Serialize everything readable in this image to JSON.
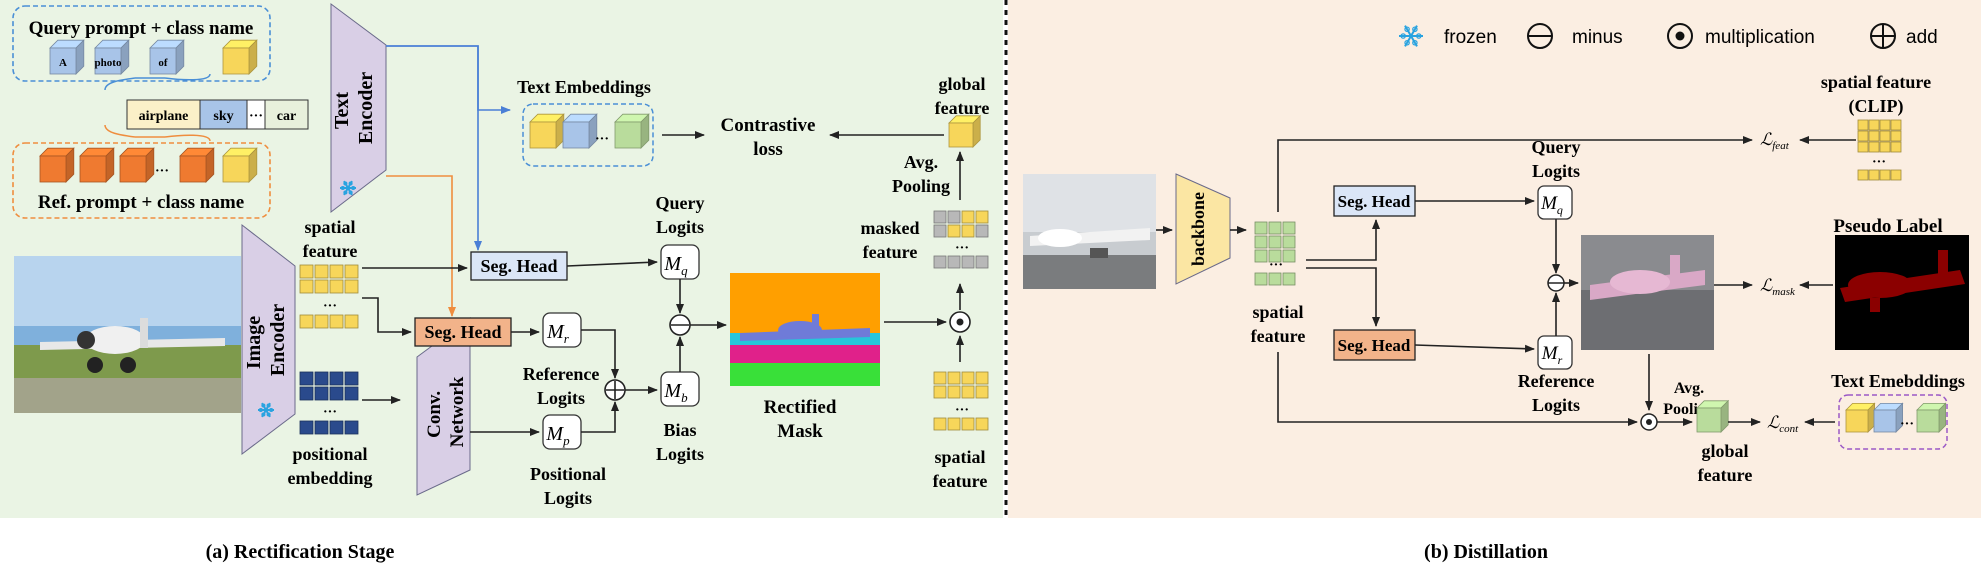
{
  "left_panel": {
    "query_prompt_title": "Query prompt + class name",
    "query_tokens": [
      "A",
      "photo",
      "of"
    ],
    "class_names": [
      "airplane",
      "sky",
      "···",
      "car"
    ],
    "ref_prompt_title": "Ref. prompt + class name",
    "text_encoder": [
      "Text",
      "Encoder"
    ],
    "image_encoder": [
      "Image",
      "Encoder"
    ],
    "text_embeddings": "Text Embeddings",
    "contrastive_loss": [
      "Contrastive",
      "loss"
    ],
    "global_feature": [
      "global",
      "feature"
    ],
    "avg_pooling": [
      "Avg.",
      "Pooling"
    ],
    "masked_feature": [
      "masked",
      "feature"
    ],
    "spatial_feature_top": [
      "spatial",
      "feature"
    ],
    "spatial_feature_bottom": [
      "spatial",
      "feature"
    ],
    "positional_embedding": [
      "positional",
      "embedding"
    ],
    "seg_head": "Seg. Head",
    "conv_network": [
      "Conv.",
      "Network"
    ],
    "query_logits": [
      "Query",
      "Logits"
    ],
    "reference_logits": [
      "Reference",
      "Logits"
    ],
    "positional_logits": [
      "Positional",
      "Logits"
    ],
    "bias_logits": [
      "Bias",
      "Logits"
    ],
    "rectified_mask": [
      "Rectified",
      "Mask"
    ],
    "m_q": "M",
    "m_q_sub": "q",
    "m_r": "M",
    "m_r_sub": "r",
    "m_p": "M",
    "m_p_sub": "p",
    "m_b": "M",
    "m_b_sub": "b",
    "caption": "(a) Rectification Stage"
  },
  "right_panel": {
    "legend": {
      "frozen": "frozen",
      "minus": "minus",
      "multiplication": "multiplication",
      "add": "add"
    },
    "backbone": "backbone",
    "spatial_feature_clip": [
      "spatial feature",
      "(CLIP)"
    ],
    "loss_feat": "ℒ",
    "loss_feat_sub": "feat",
    "loss_mask": "ℒ",
    "loss_mask_sub": "mask",
    "loss_cont": "ℒ",
    "loss_cont_sub": "cont",
    "query_logits": [
      "Query",
      "Logits"
    ],
    "reference_logits": [
      "Reference",
      "Logits"
    ],
    "seg_head": "Seg. Head",
    "spatial_feature": [
      "spatial",
      "feature"
    ],
    "pseudo_label": "Pseudo  Label",
    "avg_pooling": [
      "Avg.",
      "Pooling"
    ],
    "global_feature": [
      "global",
      "feature"
    ],
    "text_embeddings": "Text Emebddings",
    "m_q": "M",
    "m_q_sub": "q",
    "m_r": "M",
    "m_r_sub": "r",
    "caption": "(b) Distillation"
  },
  "colors": {
    "left_bg": "#eaf4e4",
    "right_bg": "#fbeee2",
    "encoder_fill": "#d9cfe6",
    "seg_head_blue": "#dbe6f7",
    "seg_head_orange": "#f2b38a",
    "blue_arrow": "#4a7fd6",
    "orange_arrow": "#ef8d3e",
    "yellow_cube": "#f7d65a",
    "blue_cube": "#a8c4e8",
    "green_cube": "#b9dc9c",
    "orange_cube": "#ef7a30",
    "navy_cube": "#2a4a8c",
    "gray_cube": "#b8b8b8"
  }
}
